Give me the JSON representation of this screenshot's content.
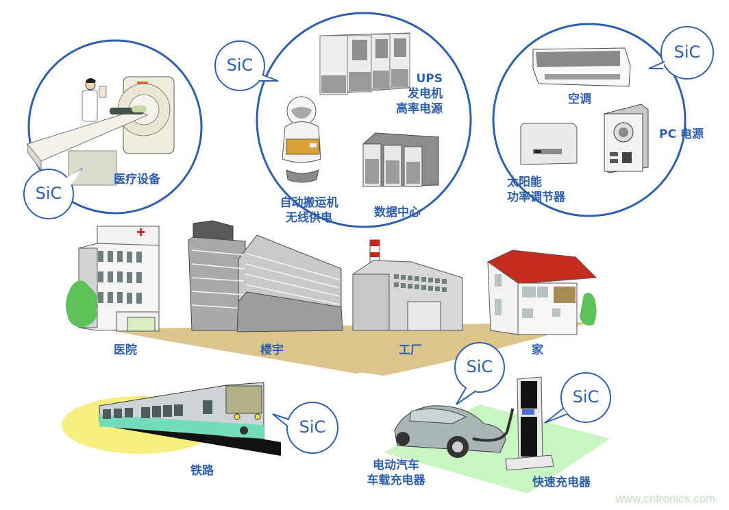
{
  "title": "SiC power device application areas",
  "colors": {
    "outline_blue": "#2e5fae",
    "ground_tan": "#dcc58d",
    "rail_glow": "#f6ef7f",
    "ev_pad": "#c9f5c2",
    "watermark": "#c7dcc2"
  },
  "bubble_label": "SiC",
  "groups": {
    "medical": {
      "label": "医疗设备",
      "bubble": "SiC",
      "icons": [
        "ct-scanner-icon",
        "doctor-icon"
      ]
    },
    "building": {
      "bubble": "SiC",
      "items": [
        {
          "label_lines": [
            "UPS",
            "发电机",
            "高率电源"
          ],
          "icon": "ups-cabinet-icon"
        },
        {
          "label_lines": [
            "自动搬运机",
            "无线供电"
          ],
          "icon": "robot-icon"
        },
        {
          "label_lines": [
            "数据中心"
          ],
          "icon": "server-rack-icon"
        }
      ]
    },
    "home": {
      "bubble": "SiC",
      "items": [
        {
          "label_lines": [
            "空调"
          ],
          "icon": "air-conditioner-icon"
        },
        {
          "label_lines": [
            "PC 电源"
          ],
          "icon": "pc-power-supply-icon"
        },
        {
          "label_lines": [
            "太阳能",
            "功率调节器"
          ],
          "icon": "solar-inverter-icon"
        }
      ]
    }
  },
  "buildings": [
    {
      "label": "医院",
      "icon": "hospital-icon"
    },
    {
      "label": "楼宇",
      "icon": "office-building-icon"
    },
    {
      "label": "工厂",
      "icon": "factory-icon"
    },
    {
      "label": "家",
      "icon": "house-icon"
    }
  ],
  "transport": {
    "rail": {
      "label": "铁路",
      "bubble": "SiC",
      "icon": "train-icon"
    },
    "ev": {
      "label_lines": [
        "电动汽车",
        "车载充电器"
      ],
      "bubble": "SiC",
      "icon": "electric-car-icon"
    },
    "charger": {
      "label": "快速充电器",
      "bubble": "SiC",
      "icon": "fast-charger-icon"
    }
  },
  "watermark": "www.cntronics.com"
}
